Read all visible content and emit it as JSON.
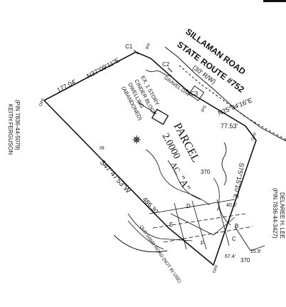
{
  "road": {
    "name": "SILLAMAN ROAD",
    "route": "STATE ROUTE #752",
    "row": "(30' R/W)",
    "gravel": "GRAVEL D/W"
  },
  "curves": {
    "c1": "C1",
    "c2": "C2",
    "c3": "C3"
  },
  "parcel": {
    "title": "PARCEL",
    "letter": "\"A\"",
    "area": "2.0000",
    "unit": "AC."
  },
  "dwelling": {
    "line1": "EX. 1 STORY",
    "line2": "CINDER BLOCK",
    "line3": "DWELLING",
    "line4": "(ABANDONED)"
  },
  "bearings": {
    "top_bearing": "N37°09'11\"E",
    "top_dist": "177.04'",
    "east_bearing": "N25°04'16\"E",
    "east_dist": "77.53'",
    "southeast_bearing": "S75°15'10\"E",
    "west_bearing": "S47°47'53\"W",
    "west_dist": "486.30'"
  },
  "neighbors": {
    "west_name": "KEITH FERGUSON",
    "west_pin": "(PIN 7836-44-5079)",
    "east_name": "DELAREE H. LEE",
    "east_pin": "(PIN 7836-44-3427)"
  },
  "misc": {
    "opf": "OPF",
    "ipf": "IPF",
    "ipf_s": "IPS",
    "elev_370a": "370",
    "elev_370b": "370",
    "old_road": "OLD SAND ROAD (NOT IN USE)",
    "dist_40": "40.0'",
    "dist_15": "15.9'",
    "dist_67": "67.4'",
    "well": "m",
    "lbl_e": "E",
    "lbl_d": "D",
    "lbl_c": "C",
    "lbl_b": "B",
    "lbl_a": "A",
    "lbl_f": "F"
  }
}
